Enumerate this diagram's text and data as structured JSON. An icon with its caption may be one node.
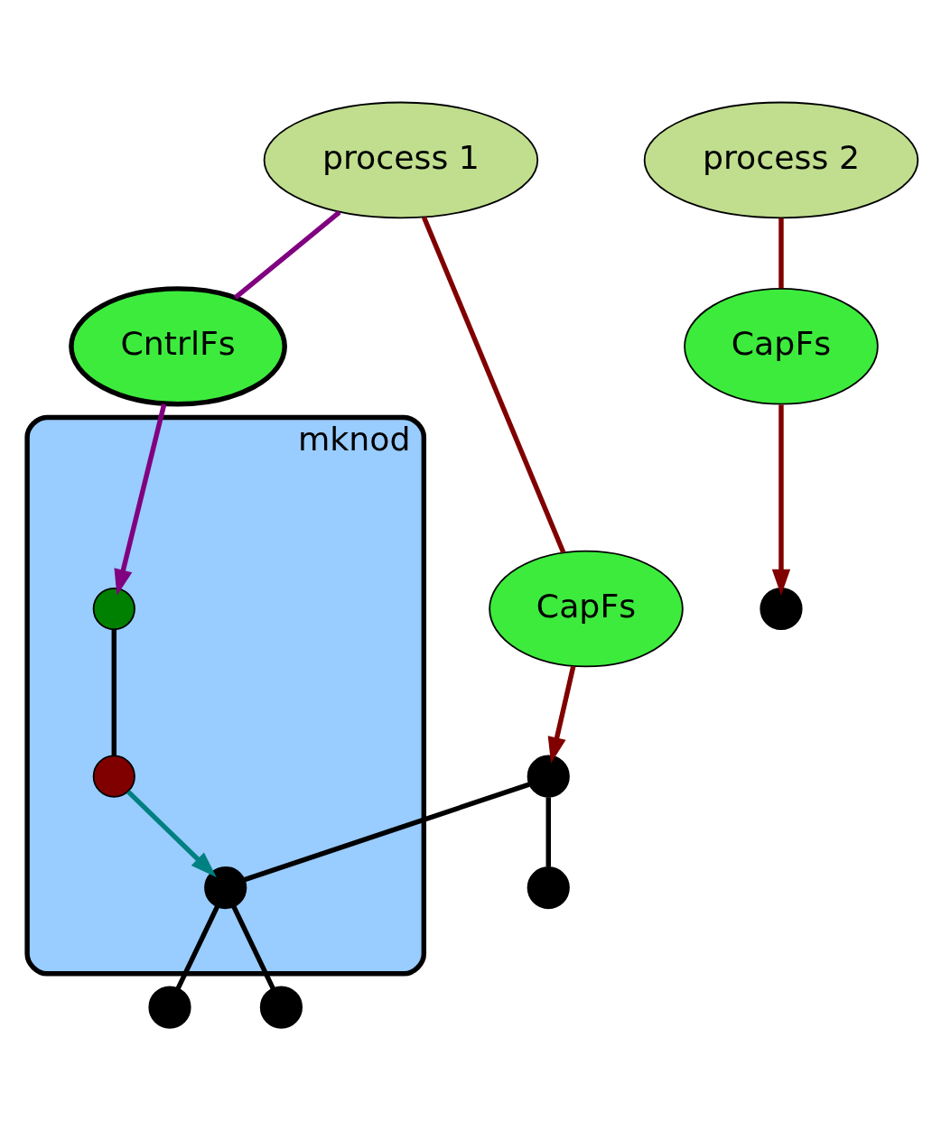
{
  "diagram": {
    "nodes": [
      {
        "text": [
          "process 1"
        ]
      },
      {
        "text": [
          "process 2"
        ]
      },
      {
        "text": [
          "CntrlFs"
        ]
      },
      {
        "text": [
          "CapFs"
        ]
      },
      {
        "text": [
          "CapFs"
        ]
      },
      {
        "text": [],
        "shape": "circle"
      },
      {
        "text": [
          "mknod"
        ]
      },
      {
        "text": [],
        "shape": "circle",
        "in": 6
      },
      {
        "text": [],
        "shape": "circle"
      },
      {
        "text": [],
        "shape": "circle",
        "in": 6
      },
      {
        "text": [],
        "shape": "circle"
      },
      {
        "text": [],
        "shape": "circle",
        "in": 6
      },
      {
        "text": [],
        "shape": "circle"
      },
      {
        "text": [],
        "shape": "circle"
      }
    ],
    "edges": [
      {
        "from": 0,
        "to": 3,
        "arrow": "none",
        "color": "#800000"
      },
      {
        "from": 3,
        "to": 5,
        "arrow": "to",
        "color": "#800000"
      },
      {
        "from": 1,
        "to": 4,
        "arrow": "none",
        "color": "#800000"
      },
      {
        "from": 4,
        "to": 8,
        "arrow": "to",
        "color": "#800000"
      },
      {
        "from": 0,
        "to": 2,
        "arrow": "none",
        "color": "#800080"
      },
      {
        "from": 2,
        "to": 7,
        "arrow": "to",
        "color": "#800080"
      },
      {
        "from": 7,
        "to": 9,
        "arrow": "none"
      },
      {
        "from": 9,
        "to": 11,
        "arrow": "to",
        "color": "#008080"
      },
      {
        "from": 5,
        "to": 10,
        "arrow": "none"
      },
      {
        "from": 5,
        "to": 11,
        "arrow": "none"
      },
      {
        "from": 11,
        "to": 12,
        "arrow": "none"
      },
      {
        "from": 11,
        "to": 13,
        "arrow": "none"
      }
    ]
  }
}
